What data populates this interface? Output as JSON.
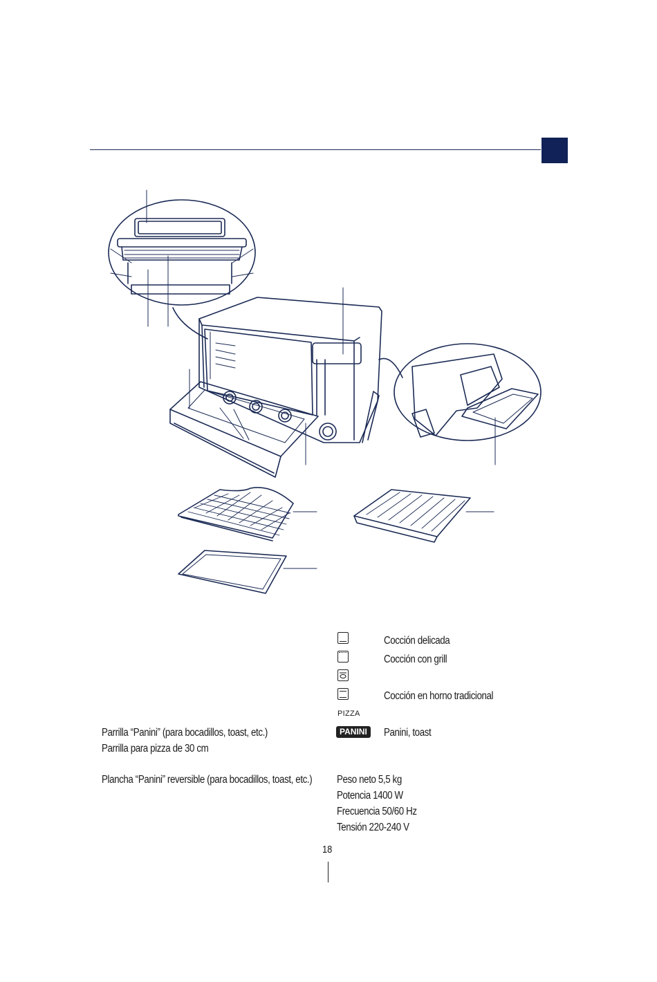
{
  "modes": [
    {
      "icon": "bottom-heat-icon",
      "label": "Cocción delicada"
    },
    {
      "icon": "grill-icon",
      "label": "Cocción con grill"
    },
    {
      "icon": "rotisserie-icon",
      "label": ""
    },
    {
      "icon": "top-bottom-heat-icon",
      "label": "Cocción en horno tradicional"
    },
    {
      "icon": "pizza-text-icon",
      "icon_text": "PIZZA",
      "label": ""
    },
    {
      "icon": "panini-badge-icon",
      "icon_text": "PANINI",
      "label": "Panini, toast"
    }
  ],
  "accessories": [
    "Parrilla “Panini” (para bocadillos, toast, etc.)",
    "Parrilla para pizza de 30 cm",
    "Plancha “Panini” reversible (para bocadillos, toast, etc.)"
  ],
  "specs": [
    "Peso neto 5,5 kg",
    "Potencia 1400 W",
    "Frecuencia 50/60 Hz",
    "Tensión 220-240 V"
  ],
  "page_number": "18",
  "colors": {
    "accent": "#102257",
    "line_art": "#1b2a55"
  }
}
